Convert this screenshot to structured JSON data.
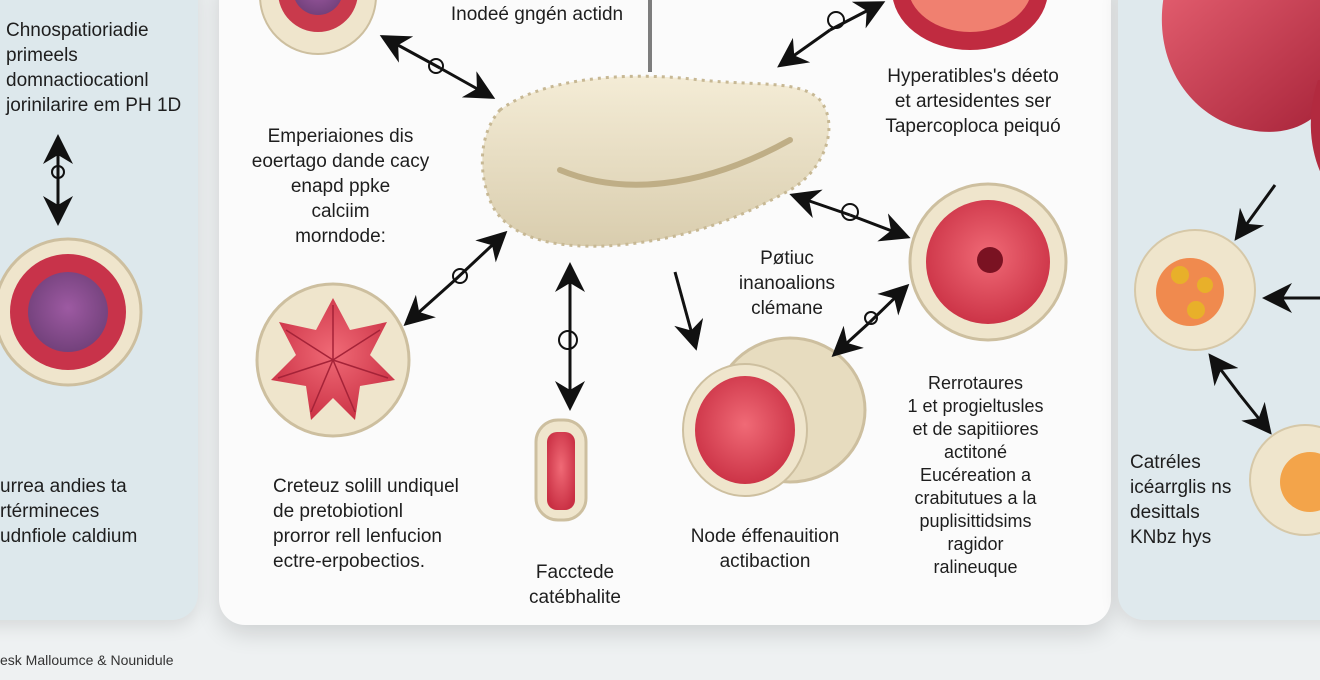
{
  "labels": {
    "top_left": "Chnospatioriadie\nprimeels\ndomnactiocationl\njorinilarire em PH 1D",
    "top_center": "Inodeé gngén actidn",
    "center_left": "Emperiaiones dis\neoertago dande cacy\nenapd ppke\ncalciim\nmorndode:",
    "right_top": "Hyperatibles's déeto\net artesidentes ser\nTapercoploca peiquó",
    "center_mid": "Pøtiuc\ninanoalions\nclémane",
    "bottom_left": "urrea andies ta\nrtérmineces\nudnfiole caldium",
    "center_bottom_left": "Creteuz solill undiquel\nde pretobiotionl\nprorror rell lenfucion\nectre-erpobectios.",
    "center_bottom_mid": "Facctede\ncatébhalite",
    "center_bottom_right": "Node éffenauition\nactibaction",
    "right_bottom": "Rerrotaures\n1 et progieltusles\net de sapitiiores\nactitoné\nEucéreation a\ncrabitutues a la\npuplisittidsims\nragidor\nralineuque",
    "far_right": "Catréles\nicéarrglis ns\ndesittals\nKNbz hys",
    "footer": "esk Malloumce & Nounidule"
  },
  "colors": {
    "pancreas": "#ede3c8",
    "tissue_red": "#e0485a",
    "cell_rim": "#efe5cc",
    "vein_purple": "#8c4a8e",
    "organ_red": "#c8324a"
  }
}
